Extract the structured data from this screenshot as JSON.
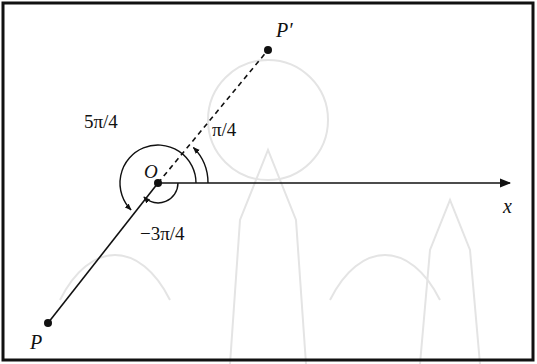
{
  "diagram": {
    "labels": [
      "P′",
      "5π/4",
      "O",
      "π/4",
      "−3π/4",
      "x",
      "P"
    ]
  }
}
